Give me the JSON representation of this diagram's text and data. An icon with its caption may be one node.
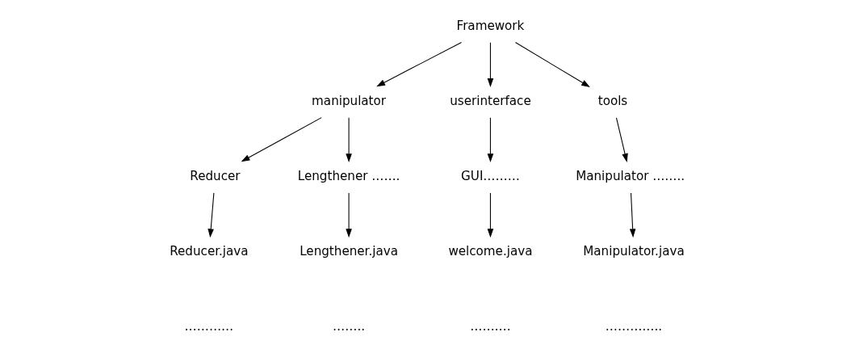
{
  "diagram": {
    "nodes": [
      {
        "text": [
          "Framework"
        ]
      },
      {
        "text": [
          "manipulator"
        ]
      },
      {
        "text": [
          "userinterface"
        ]
      },
      {
        "text": [
          "tools"
        ]
      },
      {
        "text": [
          "Reducer"
        ]
      },
      {
        "text": [
          "Lengthener ……."
        ]
      },
      {
        "text": [
          "GUI………"
        ]
      },
      {
        "text": [
          "Manipulator …….."
        ]
      },
      {
        "text": [
          "Reducer.java"
        ]
      },
      {
        "text": [
          "Lengthener.java"
        ]
      },
      {
        "text": [
          "welcome.java"
        ]
      },
      {
        "text": [
          "Manipulator.java"
        ]
      }
    ],
    "edges": [
      {
        "from": 0,
        "to": 1,
        "arrow": "to"
      },
      {
        "from": 0,
        "to": 2,
        "arrow": "to"
      },
      {
        "from": 0,
        "to": 3,
        "arrow": "to"
      },
      {
        "from": 1,
        "to": 4,
        "arrow": "to"
      },
      {
        "from": 1,
        "to": 5,
        "arrow": "to"
      },
      {
        "from": 2,
        "to": 6,
        "arrow": "to"
      },
      {
        "from": 3,
        "to": 7,
        "arrow": "to"
      },
      {
        "from": 4,
        "to": 8,
        "arrow": "to"
      },
      {
        "from": 5,
        "to": 9,
        "arrow": "to"
      },
      {
        "from": 6,
        "to": 10,
        "arrow": "to"
      },
      {
        "from": 7,
        "to": 11,
        "arrow": "to"
      }
    ],
    "labels": [
      "…………",
      "……..",
      "……….",
      "………….."
    ]
  }
}
